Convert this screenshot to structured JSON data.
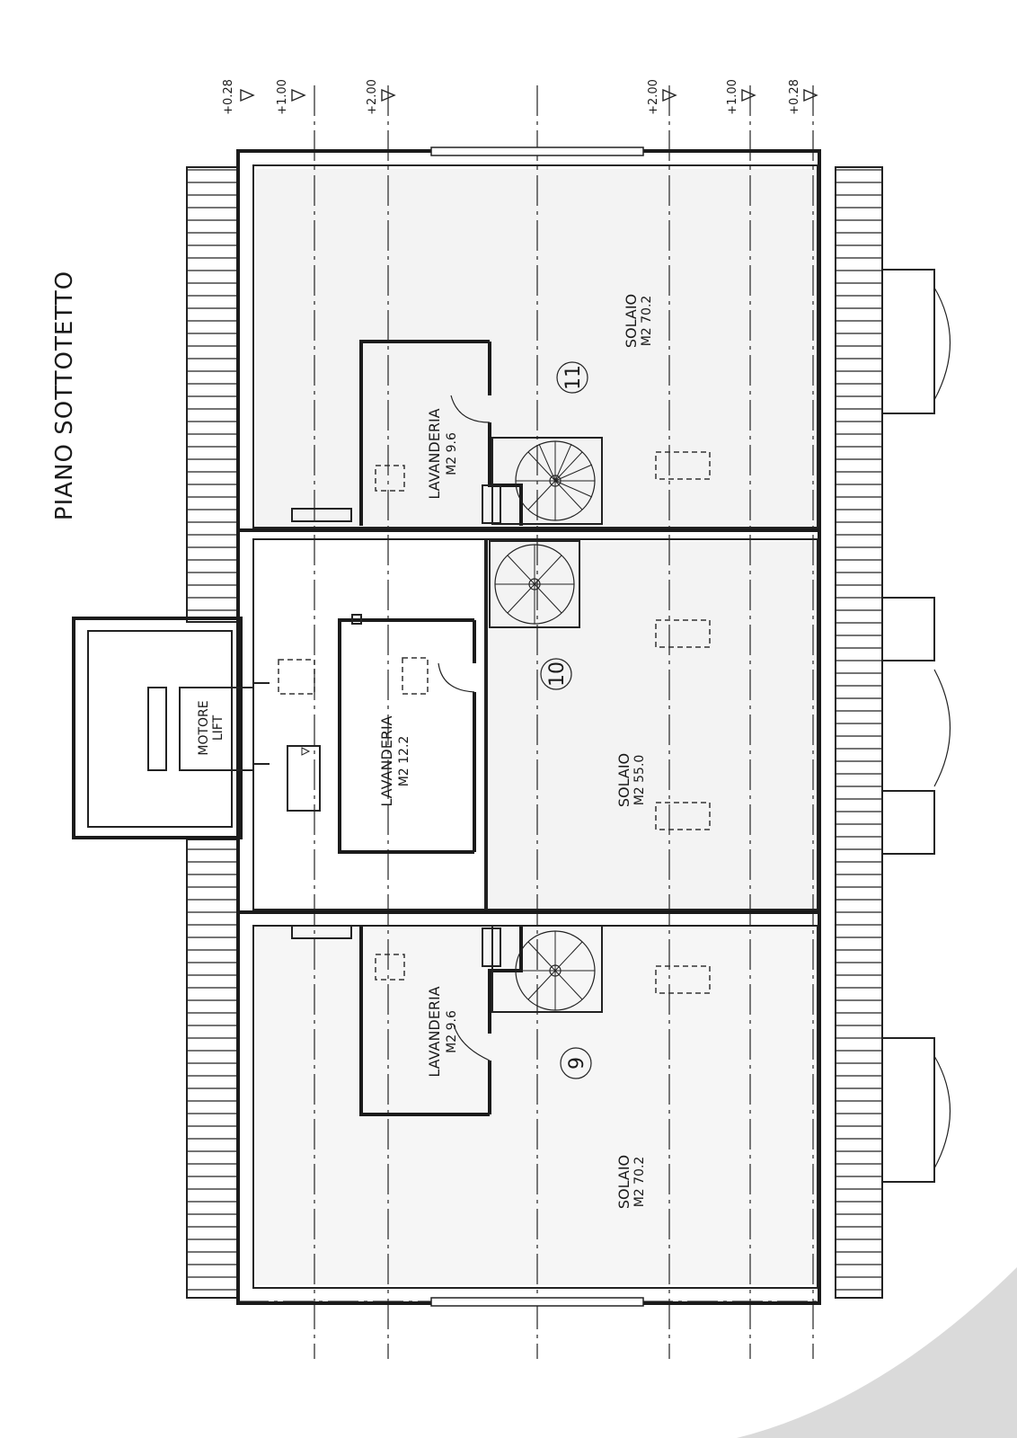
{
  "title": "PIANO SOTTOTETTO",
  "levels": {
    "top": [
      "+0.28",
      "+1.00",
      "+2.00",
      "+2.00",
      "+1.00",
      "+0.28"
    ]
  },
  "rooms": {
    "solaio_top": {
      "name": "SOLAIO",
      "area": "M2  70.2"
    },
    "lavanderia_top": {
      "name": "LAVANDERIA",
      "area": "M2  9.6"
    },
    "lavanderia_center": {
      "name": "LAVANDERIA",
      "area": "M2  12.2"
    },
    "solaio_center": {
      "name": "SOLAIO",
      "area": "M2  55.0"
    },
    "lavanderia_bottom": {
      "name": "LAVANDERIA",
      "area": "M2  9.6"
    },
    "solaio_bottom": {
      "name": "SOLAIO",
      "area": "M2  70.2"
    },
    "motore": {
      "line1": "MOTORE",
      "line2": "LIFT"
    }
  },
  "markers": {
    "m11": "11",
    "m10": "10",
    "m9": "9"
  }
}
